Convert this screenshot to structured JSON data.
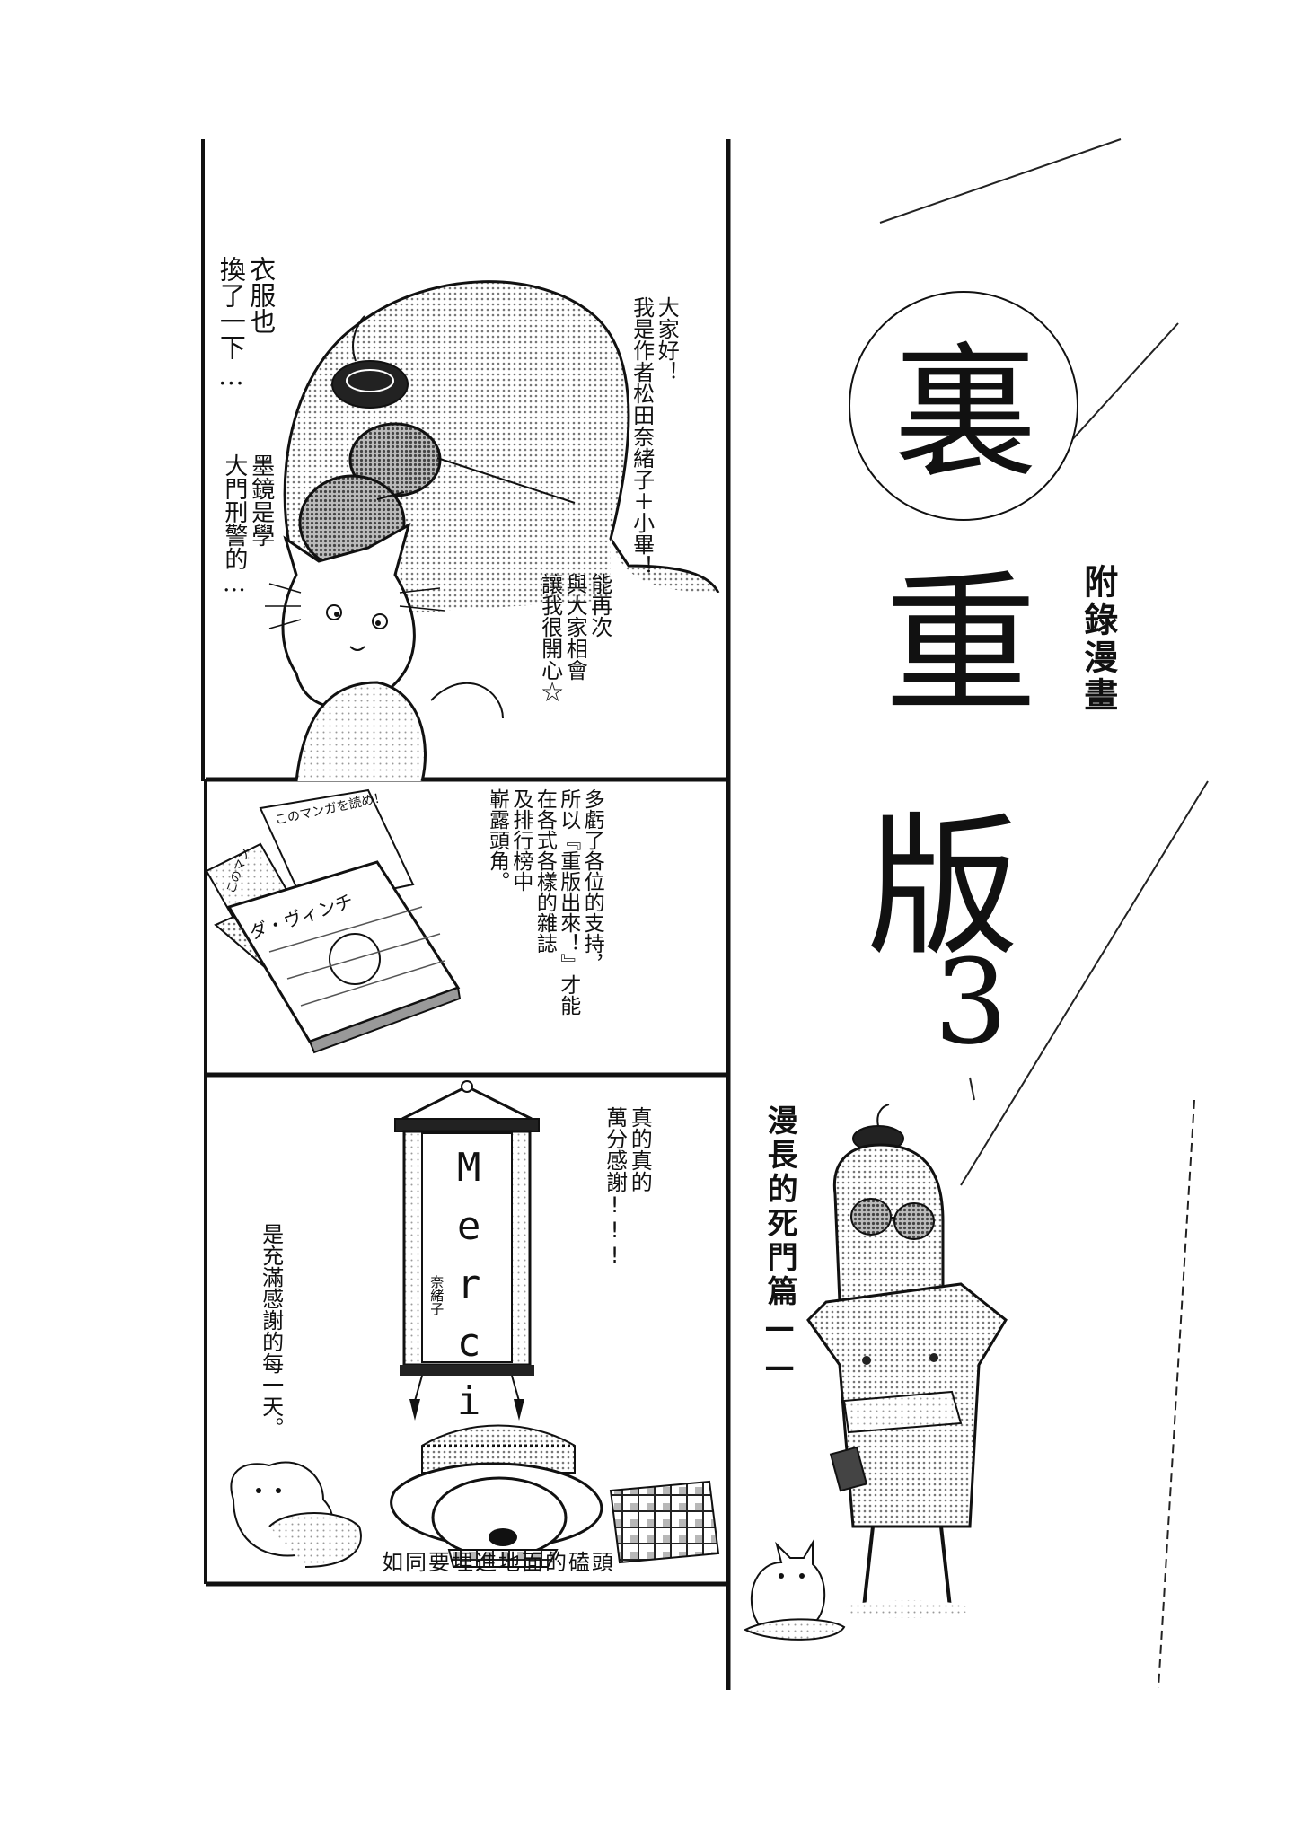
{
  "title": {
    "chars": [
      "裏",
      "重",
      "版"
    ],
    "volume": "3",
    "subtitle": "附錄漫畫",
    "chapter": "漫長的死門篇——"
  },
  "panel1": {
    "greeting": [
      "大家好！",
      "我是作者松田奈緒子＋小畢！"
    ],
    "clothes": [
      "衣服也",
      "換了一下…"
    ],
    "sunglasses": [
      "墨鏡是學",
      "大門刑警的…"
    ],
    "meet_again": [
      "能再次",
      "與大家相會",
      "讓我很開心☆"
    ]
  },
  "panel2": {
    "magazines": [
      "このマンガを読め！",
      "ダ・ヴィンチ",
      "このマン"
    ],
    "thanks": [
      "多虧了各位的支持，",
      "所以『重版出來！』才能",
      "在各式各樣的雜誌",
      "及排行榜中",
      "嶄露頭角。"
    ]
  },
  "panel3": {
    "scroll_word": "Merci",
    "scroll_signature": "奈緒子",
    "really": [
      "真的真的",
      "萬分感謝!!!"
    ],
    "every_day": "是充滿感謝的每一天。",
    "caption": "如同要埋進地面的磕頭"
  }
}
